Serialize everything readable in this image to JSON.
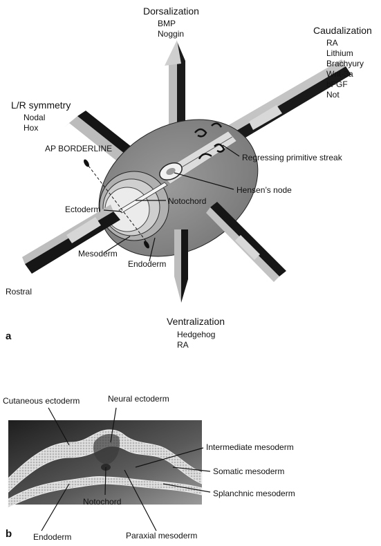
{
  "panel_a": {
    "panel_label": "a",
    "axes": {
      "dorsal": {
        "title": "Dorsalization",
        "items": [
          "BMP",
          "Noggin"
        ]
      },
      "caudal": {
        "title": "Caudalization",
        "items": [
          "RA",
          "Lithium",
          "Brachyury",
          "Wnt-3a",
          "bFGF",
          "Not"
        ]
      },
      "lr": {
        "title": "L/R symmetry",
        "items": [
          "Nodal",
          "Hox"
        ]
      },
      "ventral": {
        "title": "Ventralization",
        "items": [
          "Hedgehog",
          "RA"
        ]
      },
      "rostral": {
        "title": "Rostral"
      }
    },
    "labels": {
      "ap_borderline": "AP BORDERLINE",
      "regressing_streak": "Regressing primitive streak",
      "hensens_node": "Hensen’s node",
      "notochord": "Notochord",
      "ectoderm": "Ectoderm",
      "mesoderm": "Mesoderm",
      "endoderm": "Endoderm"
    }
  },
  "panel_b": {
    "panel_label": "b",
    "labels": {
      "cutaneous_ectoderm": "Cutaneous ectoderm",
      "neural_ectoderm": "Neural ectoderm",
      "intermediate_mesoderm": "Intermediate mesoderm",
      "somatic_mesoderm": "Somatic mesoderm",
      "splanchnic_mesoderm": "Splanchnic mesoderm",
      "notochord": "Notochord",
      "endoderm": "Endoderm",
      "paraxial_mesoderm": "Paraxial mesoderm"
    }
  },
  "colors": {
    "oval": "#8a8a8a",
    "arrow_dark": "#1a1a1a",
    "arrow_light": "#b8b8b8",
    "circle_outer": "#bdbdbd",
    "circle_inner": "#e6e6e6"
  }
}
